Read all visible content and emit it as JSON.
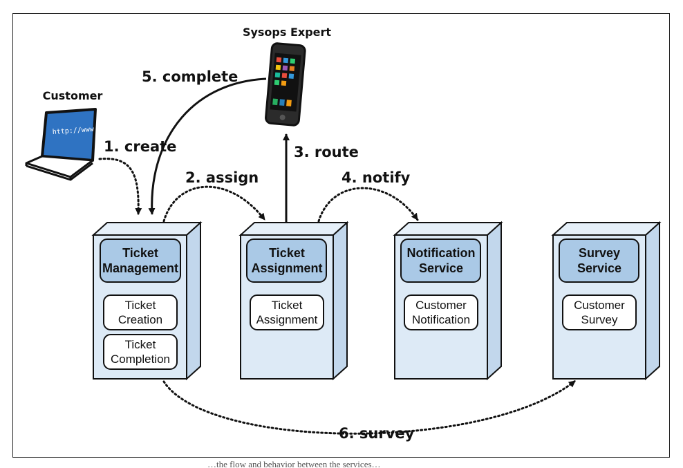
{
  "actors": {
    "expert": "Sysops Expert",
    "customer": "Customer",
    "laptop_screen": "http://www"
  },
  "steps": {
    "create": "1. create",
    "assign": "2. assign",
    "route": "3. route",
    "notify": "4. notify",
    "complete": "5. complete",
    "survey": "6. survey"
  },
  "services": [
    {
      "header": [
        "Ticket",
        "Management"
      ],
      "components": [
        [
          "Ticket",
          "Creation"
        ],
        [
          "Ticket",
          "Completion"
        ]
      ]
    },
    {
      "header": [
        "Ticket",
        "Assignment"
      ],
      "components": [
        [
          "Ticket",
          "Assignment"
        ]
      ]
    },
    {
      "header": [
        "Notification",
        "Service"
      ],
      "components": [
        [
          "Customer",
          "Notification"
        ]
      ]
    },
    {
      "header": [
        "Survey",
        "Service"
      ],
      "components": [
        [
          "Customer",
          "Survey"
        ]
      ]
    }
  ],
  "caption": "…the flow and behavior between the services…",
  "colors": {
    "server_fill": "#ddeaf6",
    "server_side": "#c2d7ec",
    "header_fill": "#aac9e6",
    "stroke": "#111111",
    "laptop_screen": "#2f73c2"
  }
}
